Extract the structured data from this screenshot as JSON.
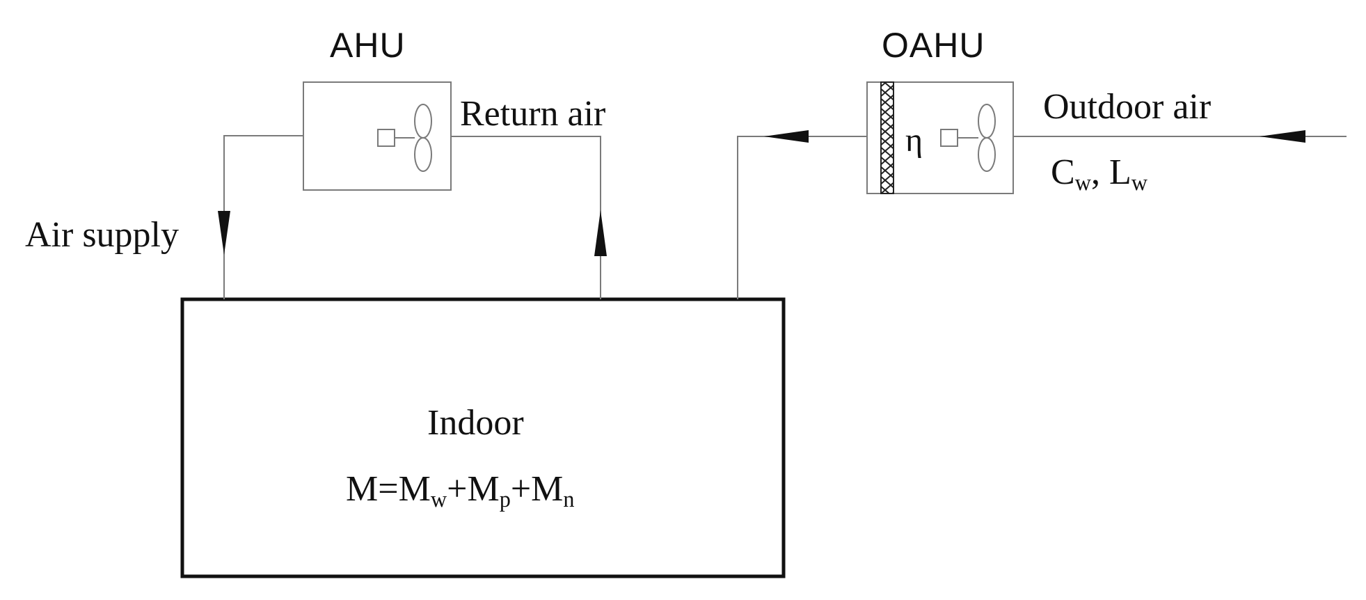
{
  "units": {
    "ahu": {
      "title": "AHU"
    },
    "oahu": {
      "title": "OAHU",
      "efficiency_symbol": "η"
    }
  },
  "flows": {
    "return_air": "Return air",
    "air_supply": "Air supply",
    "outdoor_air": "Outdoor air",
    "outdoor_params": {
      "c": "C",
      "c_sub": "w",
      "sep": ", ",
      "l": "L",
      "l_sub": "w"
    }
  },
  "indoor": {
    "title": "Indoor",
    "equation": {
      "lhs": "M",
      "eq": "=",
      "m1": "M",
      "m1_sub": "w",
      "plus1": "+",
      "m2": "M",
      "m2_sub": "p",
      "plus2": "+",
      "m3": "M",
      "m3_sub": "n"
    }
  },
  "colors": {
    "stroke_dark": "#111111",
    "stroke_gray": "#7a7a7a",
    "background": "#ffffff"
  }
}
